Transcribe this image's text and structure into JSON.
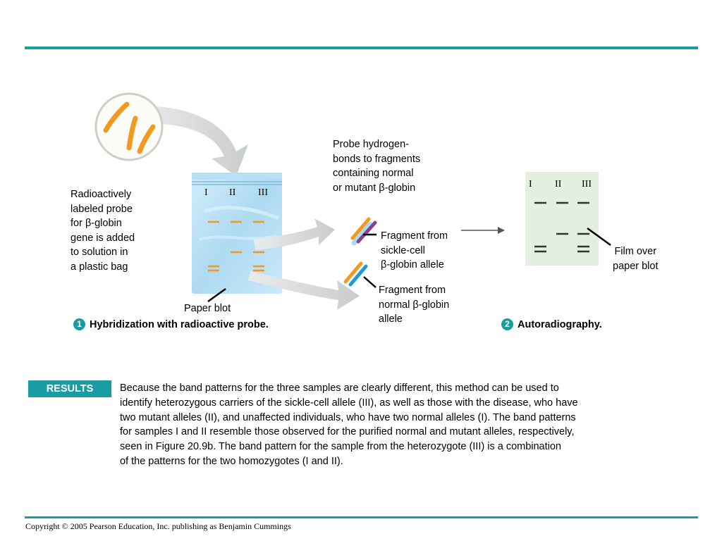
{
  "labels": {
    "probe_label": [
      "Radioactively",
      "labeled probe",
      "for β-globin",
      "gene is added",
      "to solution in",
      "a plastic bag"
    ],
    "probe_bonds": [
      "Probe hydrogen-",
      "bonds to fragments",
      "containing normal",
      "or mutant β-globin"
    ],
    "fragment_sickle": [
      "Fragment from",
      "sickle-cell",
      "β-globin allele"
    ],
    "fragment_normal": [
      "Fragment from",
      "normal β-globin",
      "allele"
    ],
    "paper_blot": "Paper blot",
    "film": [
      "Film over",
      "paper blot"
    ]
  },
  "lanes": {
    "bag": [
      "I",
      "II",
      "III"
    ],
    "film": [
      "I",
      "II",
      "III"
    ]
  },
  "steps": [
    {
      "number": "1",
      "title": "Hybridization with radioactive probe."
    },
    {
      "number": "2",
      "title": "Autoradiography."
    }
  ],
  "results": {
    "badge": "RESULTS",
    "lines": [
      "Because the band patterns for the three samples are clearly different, this method can be used to",
      "identify heterozygous carriers of the sickle-cell allele (III), as well as those with the disease, who have",
      "two mutant alleles (II), and unaffected individuals, who have two normal alleles (I). The band patterns",
      "for samples I and II resemble those observed for the purified normal and mutant alleles, respectively,",
      "seen in Figure 20.9b. The band pattern for the sample from the heterozygote (III) is a combination",
      "of the patterns for the two homozygotes (I and II)."
    ]
  },
  "footer": {
    "copyright": "Copyright © 2005 Pearson Education, Inc. publishing as Benjamin Cummings"
  },
  "colors": {
    "accent": "#1a9ca3",
    "probe_orange": "#f39a1e",
    "bag_blue": "#a9d9f2",
    "film_green": "#e4f0df",
    "arrow_gray": "#d6d8d9"
  }
}
